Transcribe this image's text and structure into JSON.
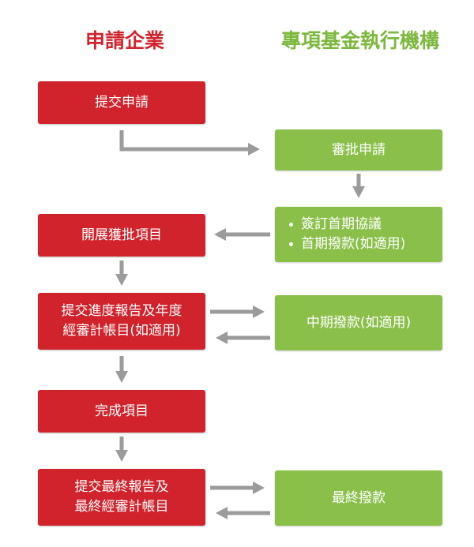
{
  "columns": {
    "left": "申請企業",
    "right": "專項基金執行機構"
  },
  "steps": {
    "submit_application": "提交申請",
    "review_application": "審批申請",
    "first_agreement": "簽訂首期協議",
    "first_payment": "首期撥款(如適用)",
    "run_project": "開展獲批項目",
    "progress_report_line1": "提交進度報告及年度",
    "progress_report_line2": "經審計帳目(如適用)",
    "mid_payment": "中期撥款(如適用)",
    "complete_project": "完成項目",
    "final_report_line1": "提交最終報告及",
    "final_report_line2": "最終經審計帳目",
    "final_payment": "最終撥款"
  },
  "colors": {
    "applicant": "#d0232c",
    "agency": "#8ac04a",
    "arrow": "#9b9b9b"
  }
}
